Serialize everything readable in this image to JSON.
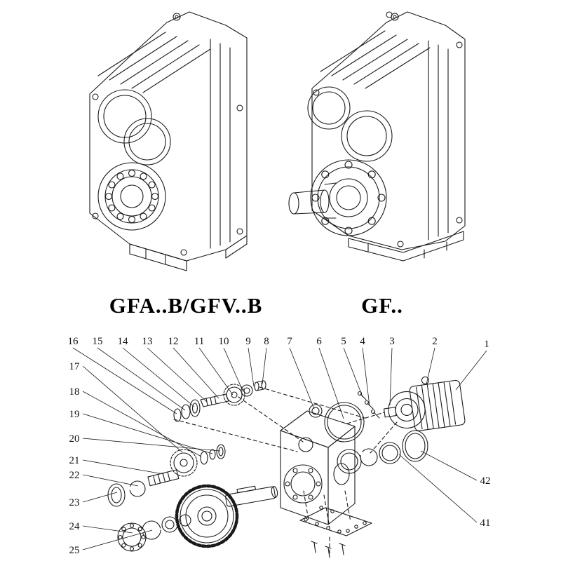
{
  "page": {
    "background_color": "#ffffff",
    "line_color": "#1a1a1a"
  },
  "products": {
    "left": {
      "label": "GFA..B/GFV..B"
    },
    "right": {
      "label": "GF.."
    }
  },
  "exploded": {
    "callouts_top": [
      "16",
      "15",
      "14",
      "13",
      "12",
      "11",
      "10",
      "9",
      "8",
      "7",
      "6",
      "5",
      "4",
      "3",
      "2",
      "1"
    ],
    "callouts_left": [
      "17",
      "18",
      "19",
      "20",
      "21",
      "22",
      "23",
      "24",
      "25"
    ],
    "callouts_right": [
      "42",
      "41"
    ]
  }
}
